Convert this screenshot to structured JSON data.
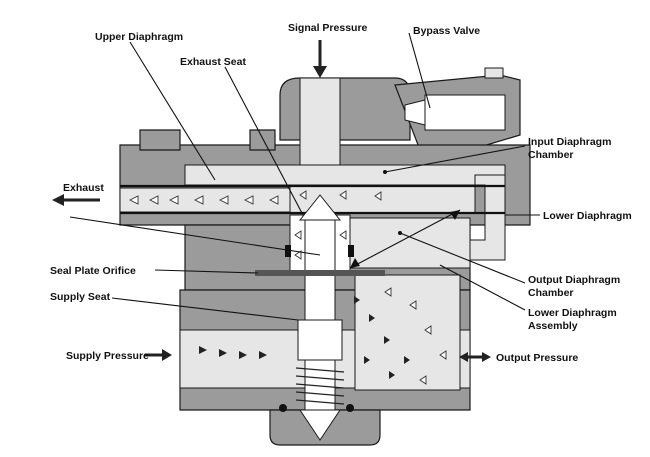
{
  "labels": {
    "signal_pressure": "Signal Pressure",
    "bypass_valve": "Bypass Valve",
    "upper_diaphragm": "Upper Diaphragm",
    "exhaust_seat": "Exhaust Seat",
    "input_diaphragm_chamber_line1": "Input Diaphragm",
    "input_diaphragm_chamber_line2": "Chamber",
    "exhaust": "Exhaust",
    "lower_diaphragm": "Lower Diaphragm",
    "seal_plate_orifice": "Seal Plate Orifice",
    "output_diaphragm_chamber_line1": "Output Diaphragm",
    "output_diaphragm_chamber_line2": "Chamber",
    "supply_seat": "Supply Seat",
    "lower_diaphragm_assembly_line1": "Lower Diaphragm",
    "lower_diaphragm_assembly_line2": "Assembly",
    "supply_pressure": "Supply Pressure",
    "output_pressure": "Output Pressure"
  },
  "colors": {
    "body": "#9b9b9b",
    "chamber": "#e6e6e6",
    "ink": "#111111"
  }
}
